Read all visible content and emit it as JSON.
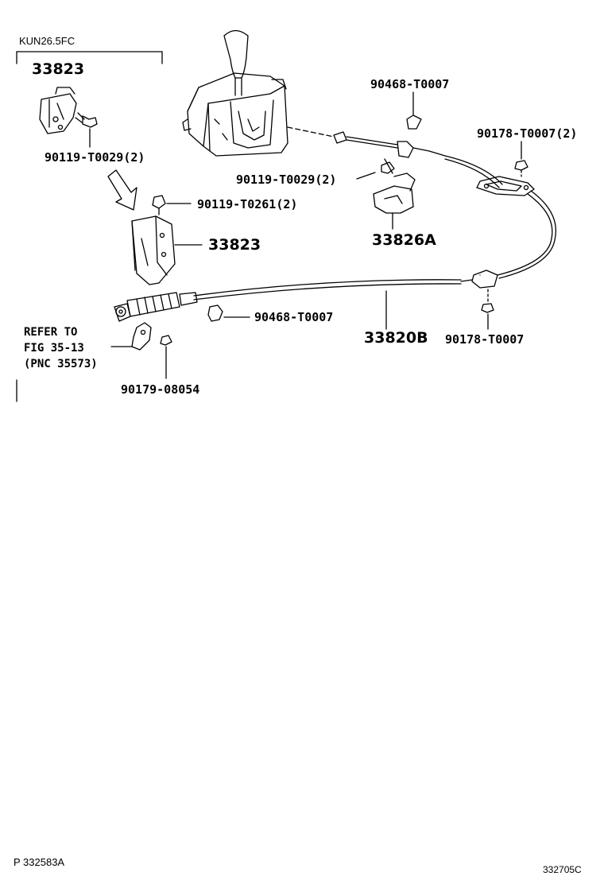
{
  "variant_label": "KUN26.5FC",
  "parts": {
    "bracket_top": "33823",
    "bolt_top": "90119-T0029(2)",
    "clip_upper": "90468-T0007",
    "nut_upper": "90178-T0007(2)",
    "bolt_mid": "90119-T0029(2)",
    "bolt_left": "90119-T0261(2)",
    "bracket_mid": "33826A",
    "bracket_left": "33823",
    "clip_lower": "90468-T0007",
    "cable": "33820B",
    "nut_lower": "90178-T0007",
    "nut_bottom": "90179-08054"
  },
  "refer": {
    "line1": "REFER TO",
    "line2": "FIG 35-13",
    "line3": "(PNC 35573)"
  },
  "footer": {
    "left_code": "P 332583A",
    "right_code": "332705C"
  }
}
